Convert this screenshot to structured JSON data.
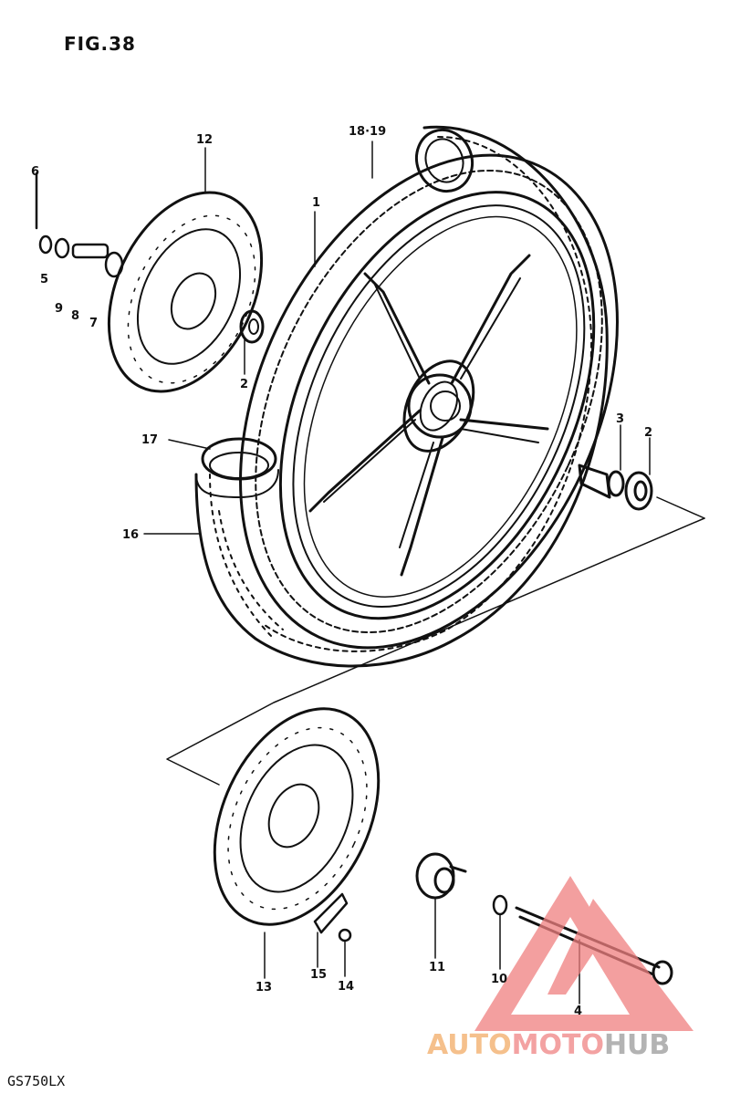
{
  "figure": {
    "title": "FIG.38",
    "model": "GS750LX"
  },
  "watermark": {
    "part1": "AUTO",
    "part2": "MOTO",
    "part3": "HUB"
  },
  "callouts": {
    "c1": "1",
    "c2a": "2",
    "c2b": "2",
    "c3": "3",
    "c4": "4",
    "c5": "5",
    "c6": "6",
    "c7": "7",
    "c8": "8",
    "c9": "9",
    "c10": "10",
    "c11": "11",
    "c12": "12",
    "c13": "13",
    "c14": "14",
    "c15": "15",
    "c16": "16",
    "c17": "17",
    "c18": "18·19"
  },
  "colors": {
    "line": "#111111",
    "watermark_red": "#f08080"
  }
}
